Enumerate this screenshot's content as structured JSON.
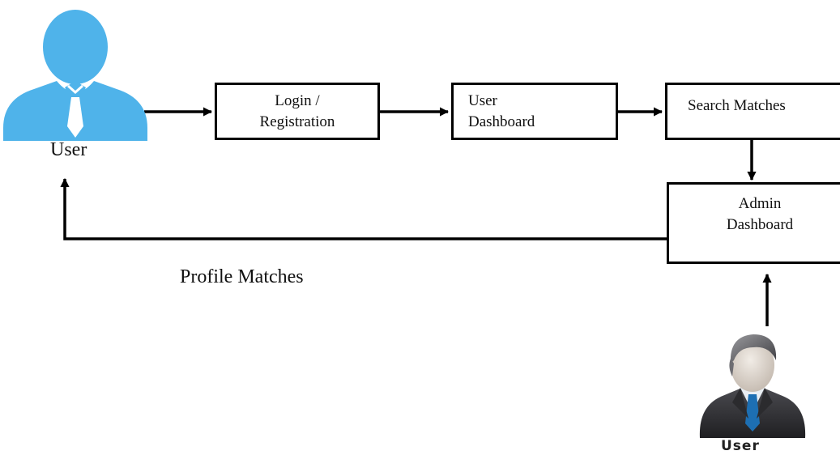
{
  "actors": {
    "left": {
      "label": "User",
      "icon": "user-silhouette-icon",
      "color": "#4fb3ea"
    },
    "right": {
      "label": "User",
      "icon": "businessman-icon"
    }
  },
  "nodes": {
    "login": {
      "line1": "Login /",
      "line2": "Registration"
    },
    "user_dashboard": {
      "line1": "User",
      "line2": "Dashboard"
    },
    "search": {
      "line1": "Search Matches"
    },
    "admin": {
      "line1": "Admin",
      "line2": "Dashboard"
    }
  },
  "edges": {
    "return_label": "Profile Matches"
  }
}
